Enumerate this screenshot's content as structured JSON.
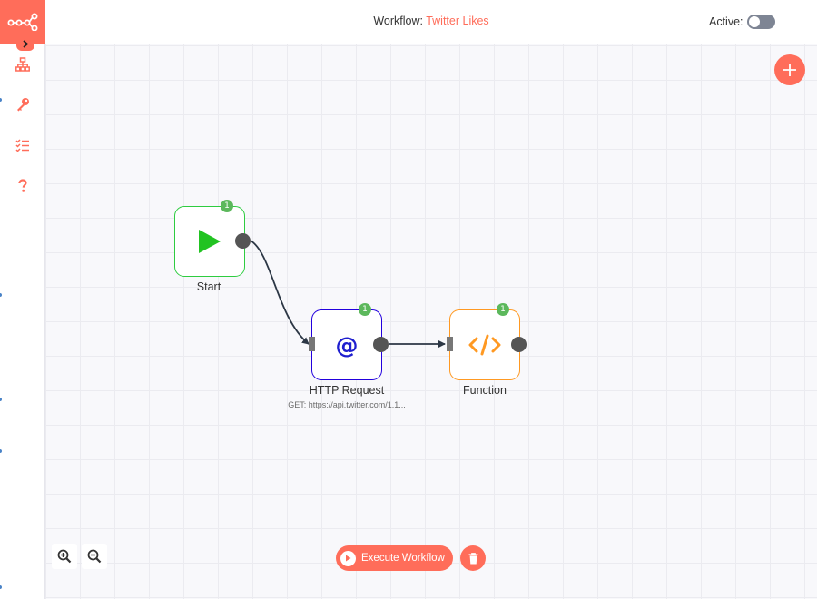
{
  "header": {
    "workflow_label": "Workflow:",
    "workflow_name": "Twitter Likes",
    "active_label": "Active:",
    "active": false
  },
  "sidebar": {
    "items": [
      {
        "icon": "network-icon"
      },
      {
        "icon": "key-icon"
      },
      {
        "icon": "list-check-icon"
      },
      {
        "icon": "question-icon"
      }
    ]
  },
  "nodes": [
    {
      "name": "Start",
      "subtitle": "",
      "badge": "1",
      "color": "#2ecc40",
      "icon": "play-icon"
    },
    {
      "name": "HTTP Request",
      "subtitle": "GET: https://api.twitter.com/1.1...",
      "badge": "1",
      "color": "#2200dd",
      "icon": "at-icon"
    },
    {
      "name": "Function",
      "subtitle": "",
      "badge": "1",
      "color": "#ff9922",
      "icon": "code-icon"
    }
  ],
  "toolbar": {
    "execute_label": "Execute Workflow",
    "zoom_in": "zoom-in-icon",
    "zoom_out": "zoom-out-icon"
  },
  "colors": {
    "accent": "#ff6d5a",
    "badge": "#5cb85c"
  }
}
